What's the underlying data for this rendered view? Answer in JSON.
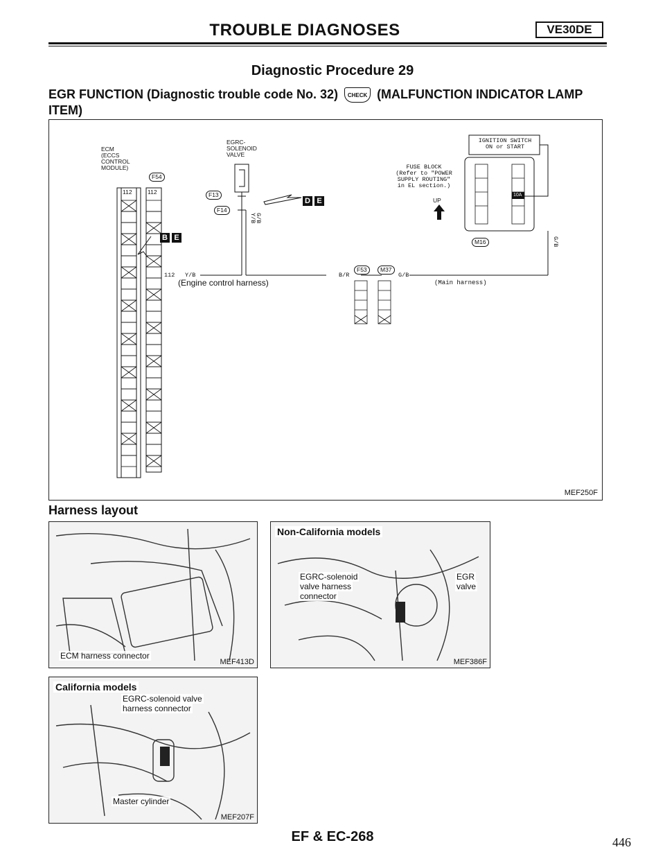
{
  "header": {
    "title": "TROUBLE DIAGNOSES",
    "engine_tag": "VE30DE"
  },
  "procedure_title": "Diagnostic Procedure 29",
  "subtitle": {
    "before_icon": "EGR FUNCTION (Diagnostic trouble code No. 32)",
    "icon_name": "check-engine-lamp-icon",
    "icon_text": "CHECK",
    "after_icon": "(MALFUNCTION INDICATOR LAMP ITEM)"
  },
  "wiring_diagram": {
    "figure_id": "MEF250F",
    "ecm_label": [
      "ECM",
      "(ECCS",
      "CONTROL",
      "MODULE)"
    ],
    "ecm_connector": "F54",
    "ecm_terminal_1": "112",
    "ecm_terminal_2": "112",
    "egrc_label": [
      "EGRC-",
      "SOLENOID",
      "VALVE"
    ],
    "solenoid_connector": "F14",
    "solenoid_connector_2": "F13",
    "ignition_switch": [
      "IGNITION SWITCH",
      "ON or START"
    ],
    "fuse_block": [
      "FUSE BLOCK",
      "(Refer to \"POWER",
      "SUPPLY ROUTING\"",
      "in EL section.)"
    ],
    "fuse_rating": "10A",
    "up_label": "UP",
    "fuse_connector": "M16",
    "wire_ecm": "Y/B",
    "wire_ecm_num": "112",
    "wire_egrc_1": "Y/B",
    "wire_egrc_2": "G/B",
    "wire_joint": "B/R",
    "wire_fuse": "G/B",
    "wire_fuse_v": "G/B",
    "engine_harness": "(Engine control harness)",
    "main_harness": "(Main harness)",
    "joint_connector_1": "F53",
    "joint_connector_2": "M37",
    "connector_symbol_1": "B",
    "connector_symbol_2": "E",
    "connector_symbol_3": "D",
    "connector_symbol_4": "E"
  },
  "harness_layout": {
    "title": "Harness layout",
    "photos": [
      {
        "id": "MEF413D",
        "captions": [
          "ECM harness connector"
        ]
      },
      {
        "id": "MEF386F",
        "heading": "Non-California models",
        "captions": [
          "EGRC-solenoid",
          "valve harness",
          "connector",
          "EGR",
          "valve"
        ]
      },
      {
        "id": "MEF207F",
        "heading": "California models",
        "captions": [
          "EGRC-solenoid valve",
          "harness connector",
          "Master cylinder"
        ]
      }
    ]
  },
  "footer": {
    "section": "EF & EC-268",
    "page_number": "446"
  }
}
